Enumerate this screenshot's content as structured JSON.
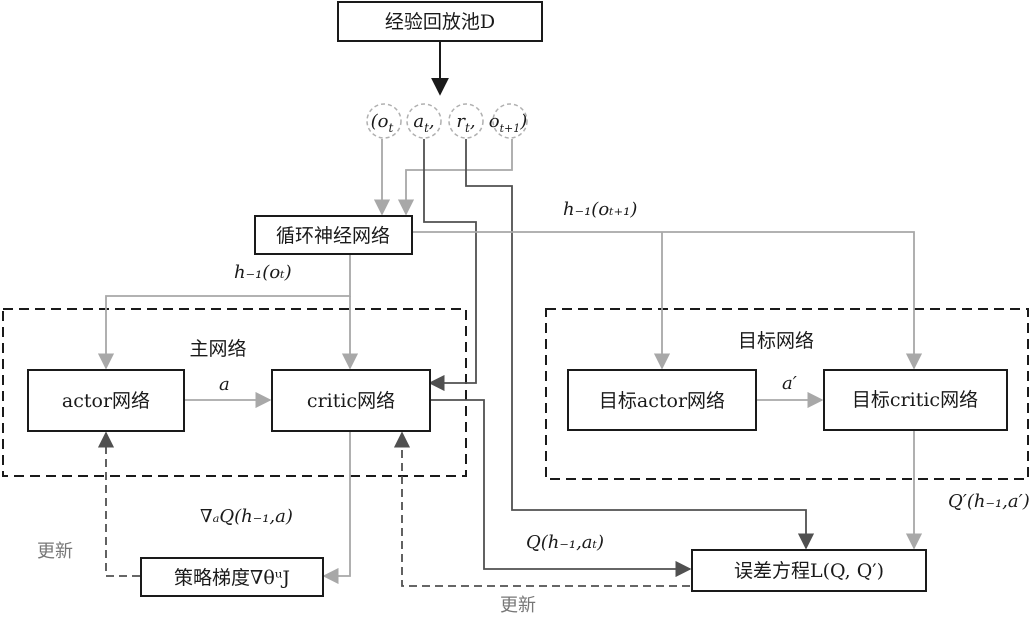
{
  "nodes": {
    "replay_buffer": "经验回放池D",
    "rnn": "循环神经网络",
    "main_group": "主网络",
    "actor": "actor网络",
    "critic": "critic网络",
    "target_group": "目标网络",
    "target_actor": "目标actor网络",
    "target_critic": "目标critic网络",
    "policy_gradient": "策略梯度∇θᵘJ",
    "loss": "误差方程L(Q, Q′)"
  },
  "samples": {
    "o_t": "(o",
    "o_t_sub": "t",
    "a_t": "a",
    "a_t_sub": "t",
    "r_t": "r",
    "r_t_sub": "t",
    "o_t1": "o",
    "o_t1_sub": "t+1",
    "close_paren": ")",
    "comma": ","
  },
  "edge_labels": {
    "h_o_t": "h₋₁(oₜ)",
    "h_o_t1": "h₋₁(oₜ₊₁)",
    "a": "a",
    "a_prime": "a′",
    "grad_q": "∇ₐQ(h₋₁,a)",
    "q_value": "Q(h₋₁,aₜ)",
    "q_prime": "Q′(h₋₁,a′)",
    "update_left": "更新",
    "update_bottom": "更新"
  },
  "colors": {
    "box_stroke": "#1a1a1a",
    "data_flow": "#a8a8a8",
    "feedback_flow": "#505050",
    "update_text": "#777777"
  }
}
